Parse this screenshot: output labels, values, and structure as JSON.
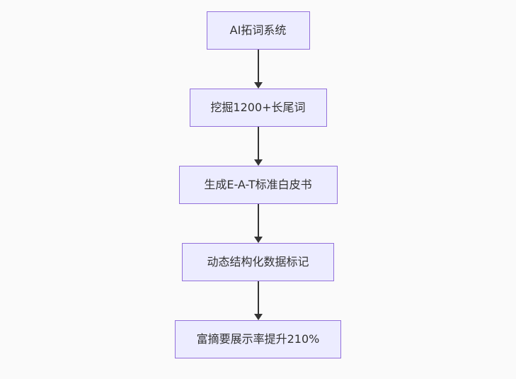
{
  "flowchart": {
    "type": "flowchart-top-down",
    "nodes": [
      {
        "id": "node-1",
        "label": "AI拓词系统"
      },
      {
        "id": "node-2",
        "label": "挖掘1200+长尾词"
      },
      {
        "id": "node-3",
        "label": "生成E-A-T标准白皮书"
      },
      {
        "id": "node-4",
        "label": "动态结构化数据标记"
      },
      {
        "id": "node-5",
        "label": "富摘要展示率提升210%"
      }
    ],
    "connections": [
      {
        "from": "node-1",
        "to": "node-2",
        "style": "arrow-down"
      },
      {
        "from": "node-2",
        "to": "node-3",
        "style": "arrow-down"
      },
      {
        "from": "node-3",
        "to": "node-4",
        "style": "arrow-down"
      },
      {
        "from": "node-4",
        "to": "node-5",
        "style": "arrow-down"
      }
    ],
    "colors": {
      "background": "#fafafa",
      "node_fill": "#ECECFF",
      "node_border": "#9370DB",
      "text": "#333333",
      "arrow": "#333333"
    }
  }
}
